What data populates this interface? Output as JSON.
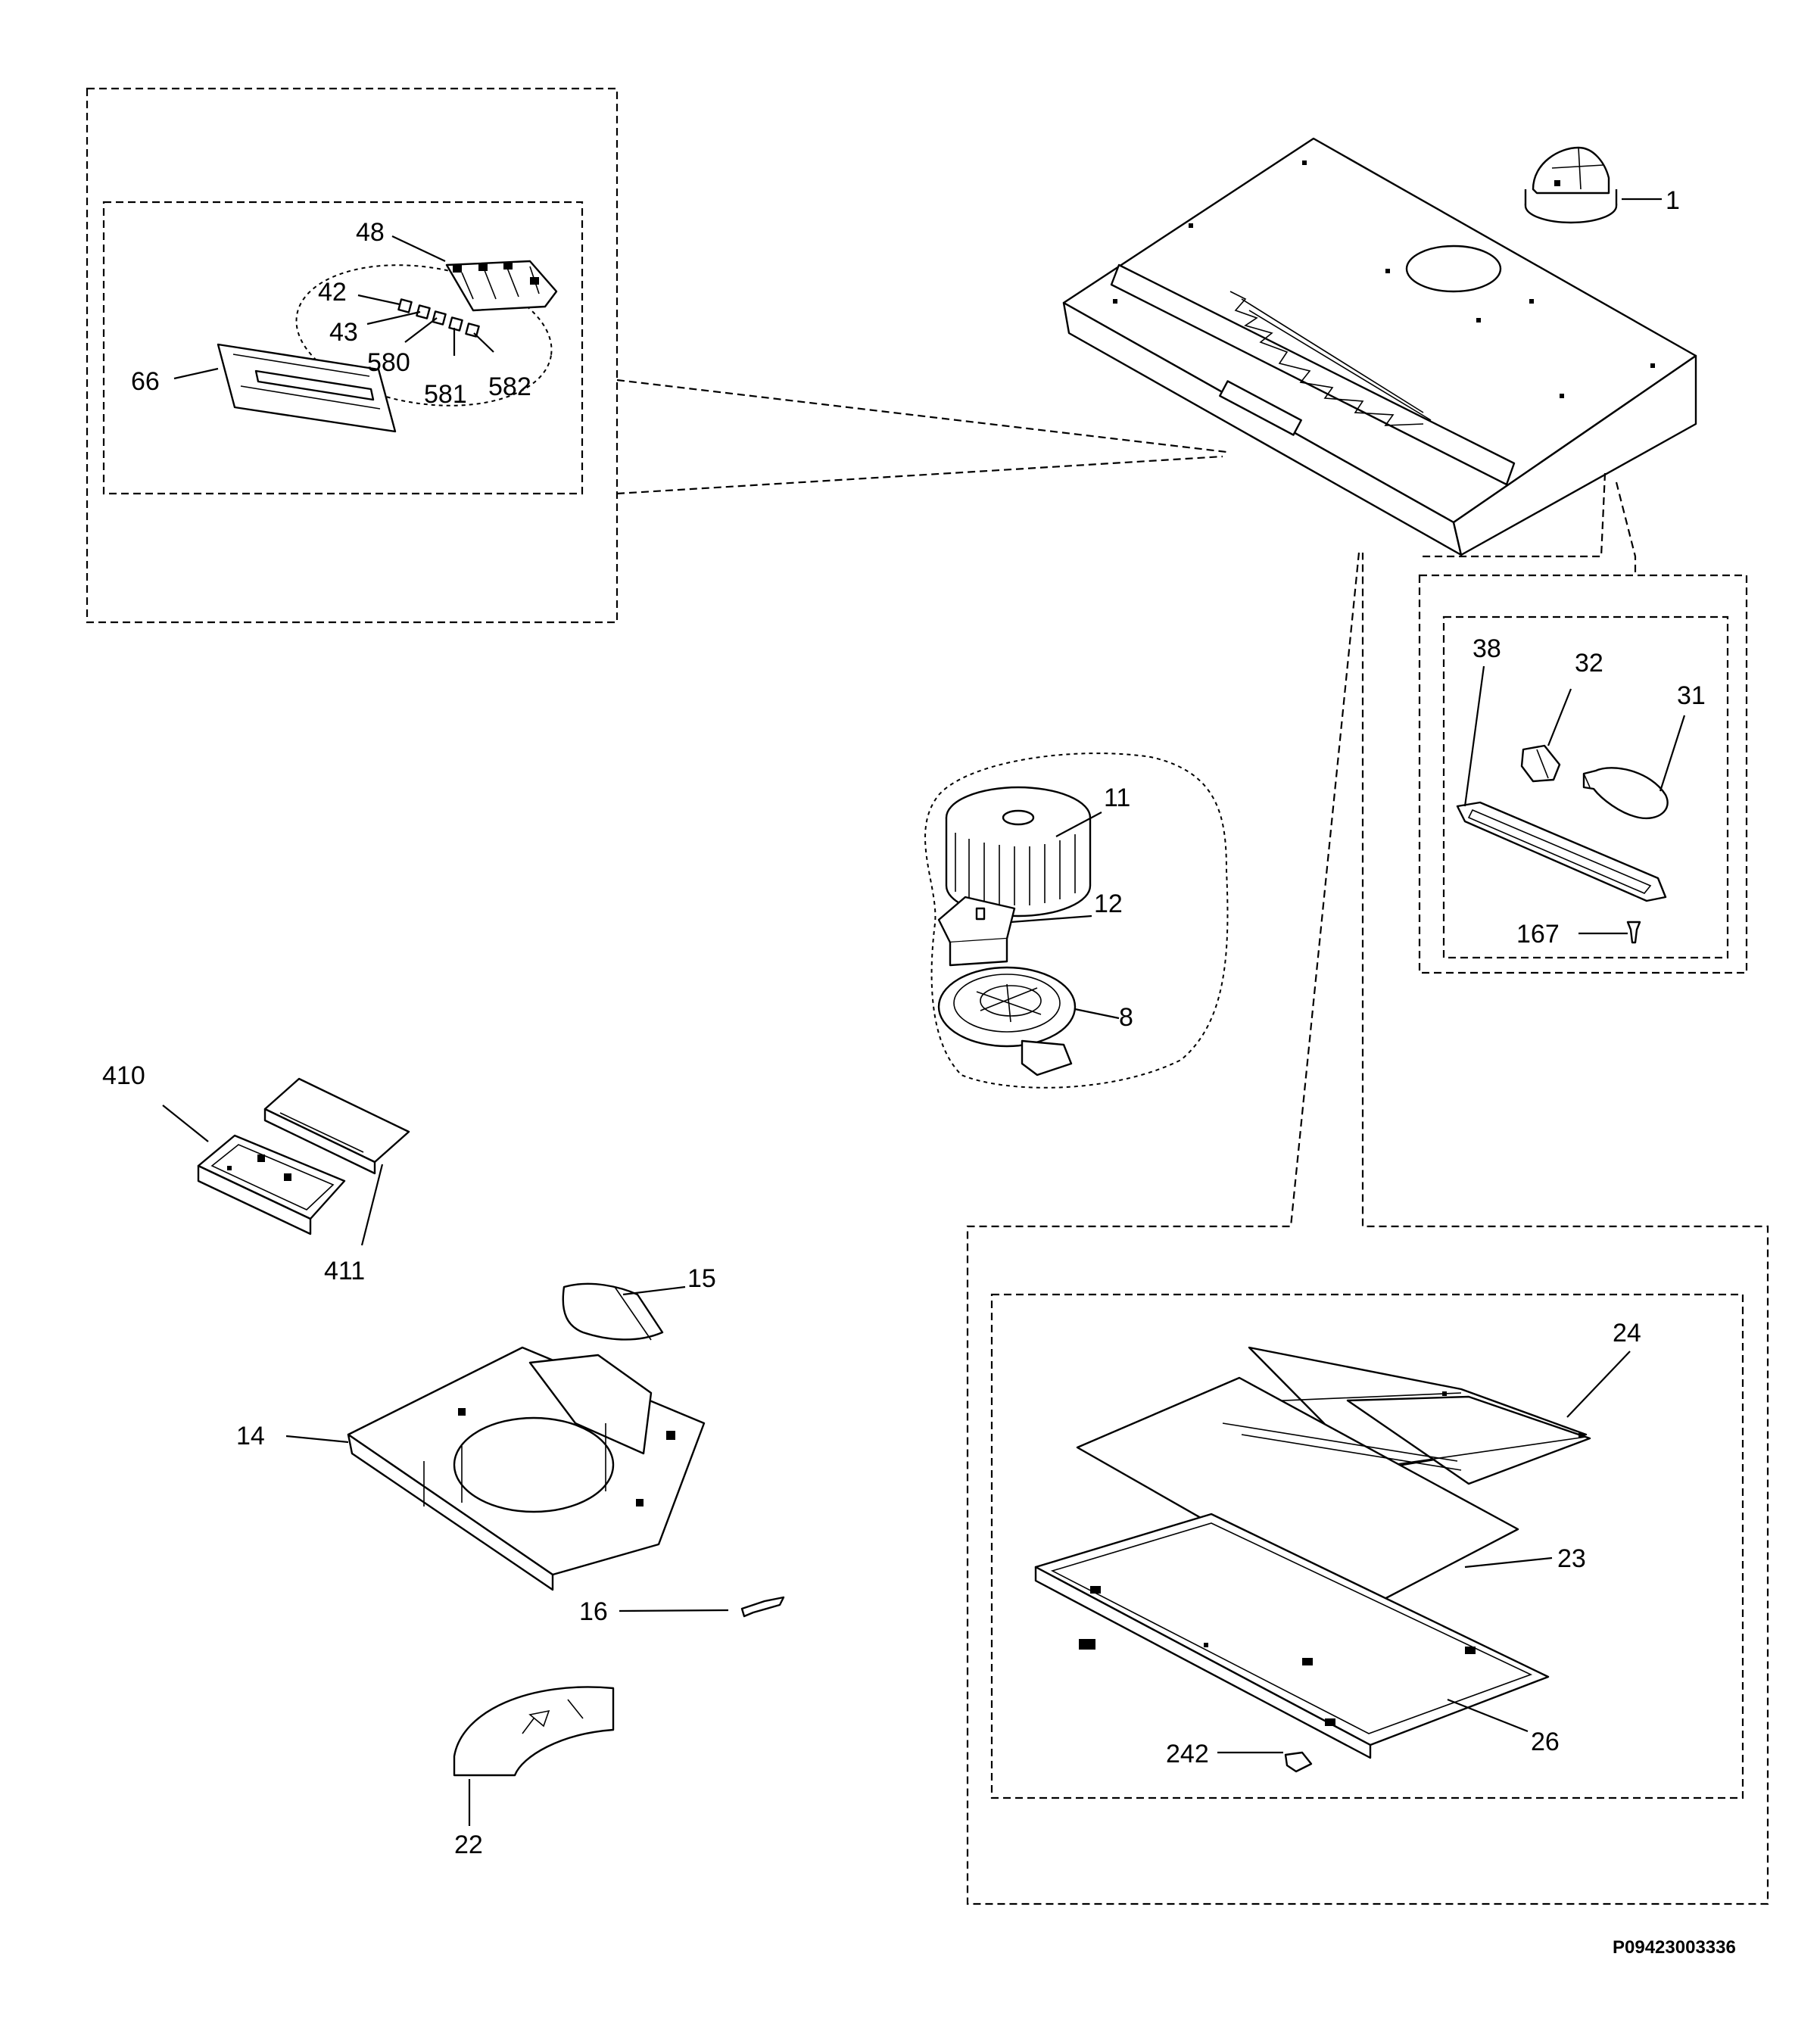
{
  "labels": {
    "p1": "1",
    "p48": "48",
    "p42": "42",
    "p43": "43",
    "p580": "580",
    "p581": "581",
    "p582": "582",
    "p66": "66",
    "p38": "38",
    "p32": "32",
    "p31": "31",
    "p167": "167",
    "p11": "11",
    "p12": "12",
    "p8": "8",
    "p410": "410",
    "p411": "411",
    "p15": "15",
    "p14": "14",
    "p16": "16",
    "p22": "22",
    "p24": "24",
    "p23": "23",
    "p26": "26",
    "p242": "242"
  },
  "drawing_code": "P09423003336"
}
